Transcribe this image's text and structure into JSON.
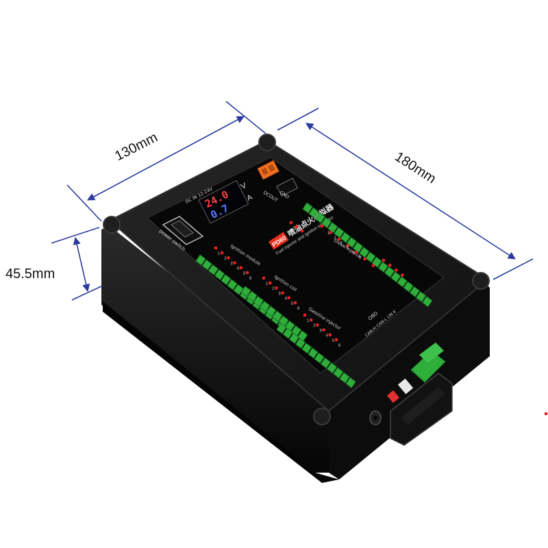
{
  "dimensions": {
    "width_label": "130mm",
    "length_label": "180mm",
    "height_label": "45.5mm"
  },
  "panel": {
    "brand_badge": "PD60",
    "title_cn": "喷油点火模拟器",
    "subtitle_en": "Fuel injector and ignition simulator",
    "voltage_reading": "24.0",
    "current_reading": "0.7",
    "voltage_unit": "V",
    "current_unit": "A",
    "power_switch_label": "power switch",
    "dc_input_label": "DC IN 12-24V",
    "dcout_label": "DCOUT",
    "gnd_label": "GND",
    "ignition_module_label": "Ignition module",
    "ignition_coil_label": "Ignition coil",
    "diesel_injector_label": "Diesel injector",
    "gasoline_injector_label": "Gasoline injector",
    "obd_label": "OBD",
    "can_label": "CAN-H CAN-L LIN K",
    "channel_numbers": [
      "1",
      "2",
      "3",
      "4",
      "5",
      "6"
    ]
  },
  "colors": {
    "enclosure": "#141414",
    "panel": "#0a0a0a",
    "terminal_green": "#2fae3c",
    "led_red": "#e0221e",
    "dimension_line": "#2a3a9e",
    "voltage_digits": "#ff4040",
    "current_digits": "#5a7bff",
    "connector_orange": "#f07020"
  }
}
